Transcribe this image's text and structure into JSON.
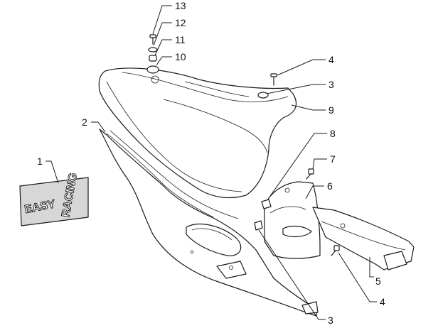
{
  "callouts": {
    "c13": "13",
    "c12": "12",
    "c11": "11",
    "c10": "10",
    "c4_top": "4",
    "c3_top": "3",
    "c9": "9",
    "c2": "2",
    "c8": "8",
    "c7": "7",
    "c6": "6",
    "c1": "1",
    "c5": "5",
    "c4_bottom": "4",
    "c3_bottom": "3"
  },
  "decal": {
    "word_left": "EASY",
    "word_right": "RACING"
  },
  "colors": {
    "line": "#1a1a1a",
    "shade": "#d7d7d7",
    "background": "#ffffff"
  }
}
